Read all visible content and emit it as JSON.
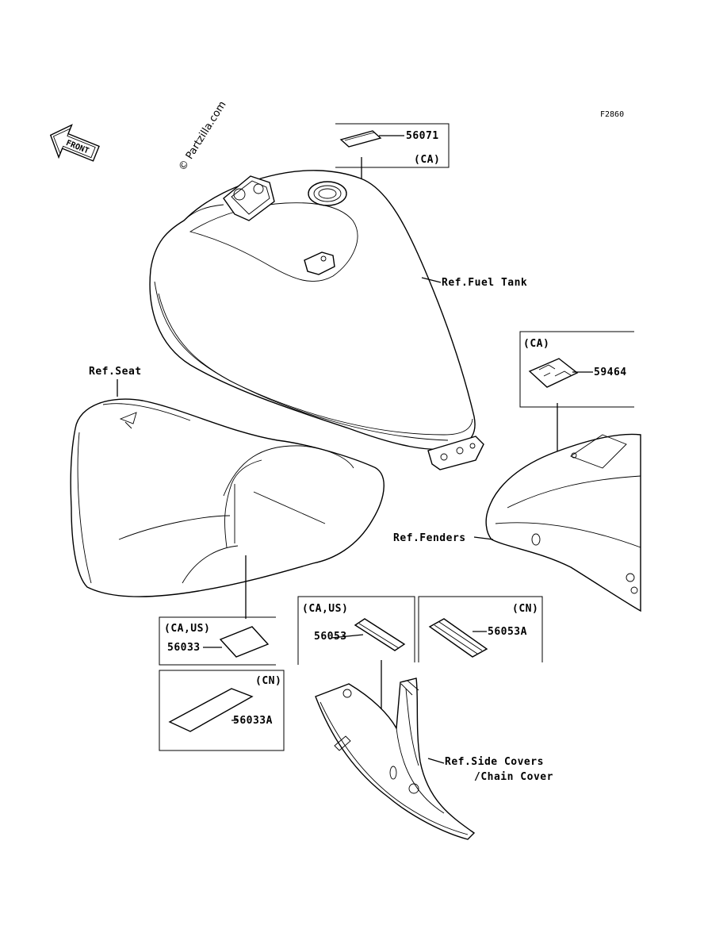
{
  "figure_code": "F2860",
  "watermark": "© Partzilla.com",
  "front_arrow": {
    "label": "FRONT",
    "icon": "front-arrow-icon"
  },
  "callouts": {
    "p56071": {
      "number": "56071",
      "region": "(CA)"
    },
    "fuel_tank": "Ref.Fuel Tank",
    "p59464": {
      "number": "59464",
      "region": "(CA)"
    },
    "seat": "Ref.Seat",
    "fenders": "Ref.Fenders",
    "p56033": {
      "number": "56033",
      "region": "(CA,US)"
    },
    "p56033A": {
      "number": "56033A",
      "region": "(CN)"
    },
    "p56053": {
      "number": "56053",
      "region": "(CA,US)"
    },
    "p56053A": {
      "number": "56053A",
      "region": "(CN)"
    },
    "side_covers_1": "Ref.Side Covers",
    "side_covers_2": "/Chain Cover"
  }
}
